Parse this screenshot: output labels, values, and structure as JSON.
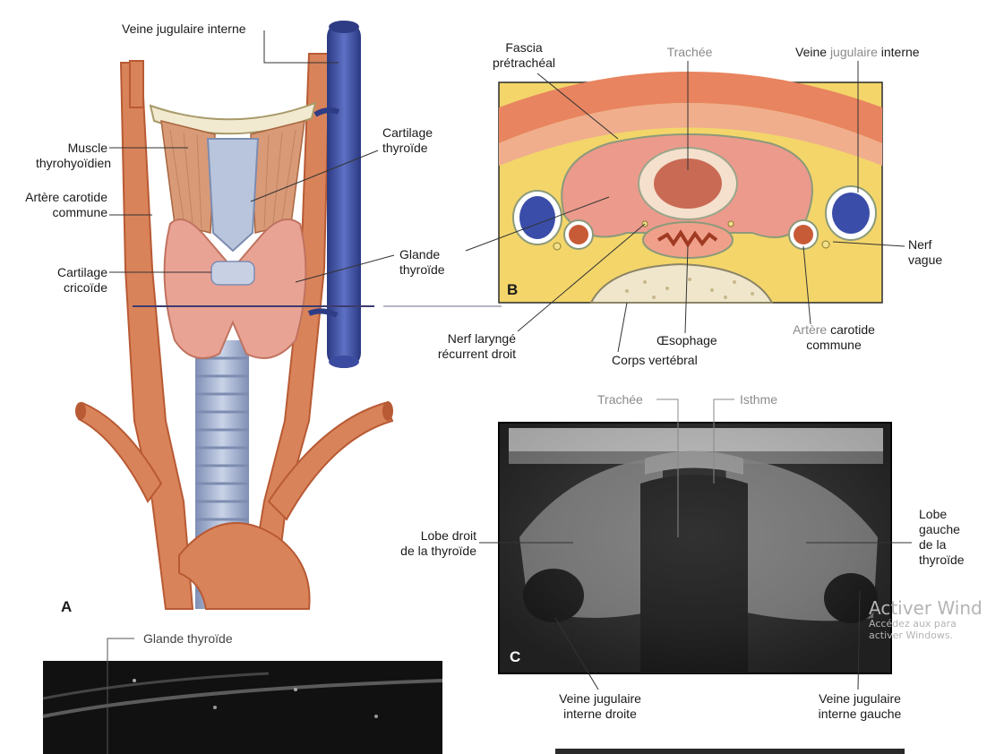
{
  "panel_a": {
    "letter": "A",
    "labels": {
      "veine_jugulaire_interne": "Veine jugulaire interne",
      "muscle_thyrohyoidien": "Muscle\nthyrohyoïdien",
      "cartilage_thyroide": "Cartilage\nthyroïde",
      "artere_carotide_commune": "Artère carotide\ncommune",
      "glande_thyroide": "Glande\nthyroïde",
      "cartilage_cricoide": "Cartilage\ncricoïde"
    }
  },
  "panel_b": {
    "letter": "B",
    "labels": {
      "fascia_pretracheal": "Fascia\nprétrachéal",
      "trachee": "Trachée",
      "veine_jugulaire_interne_a": "Veine ",
      "veine_jugulaire_interne_b": "jugulaire",
      "veine_jugulaire_interne_c": " interne",
      "nerf_vague": "Nerf\nvague",
      "nerf_larynge": "Nerf laryngé\nrécurrent droit",
      "oesophage": "Œsophage",
      "corps_vertebral": "Corps vertébral",
      "artere_a": "Artère",
      "artere_b": " carotide",
      "artere_c": "commune"
    }
  },
  "panel_c": {
    "letter": "C",
    "labels": {
      "trachee": "Trachée",
      "isthme": "Isthme",
      "lobe_droit": "Lobe droit\nde la thyroïde",
      "lobe_gauche": "Lobe\ngauche\nde la\nthyroïde",
      "vj_droite": "Veine jugulaire\ninterne droite",
      "vj_gauche": "Veine jugulaire\ninterne gauche"
    }
  },
  "panel_d": {
    "labels": {
      "glande_thyroide": "Glande thyroïde"
    }
  },
  "watermark": {
    "title": "Activer Wind",
    "line1": "Accédez aux para",
    "line2": "activer Windows."
  },
  "colors": {
    "artery": "#d9835a",
    "artery_dark": "#b85a34",
    "vein": "#4a5db0",
    "vein_dark": "#2e3c85",
    "thyroid": "#e9a394",
    "muscle": "#d99a78",
    "cartilage": "#b9c5dc",
    "fat": "#f3d56a",
    "skin": "#e8845f",
    "ultrasound_bg": "#2a2a2a"
  }
}
